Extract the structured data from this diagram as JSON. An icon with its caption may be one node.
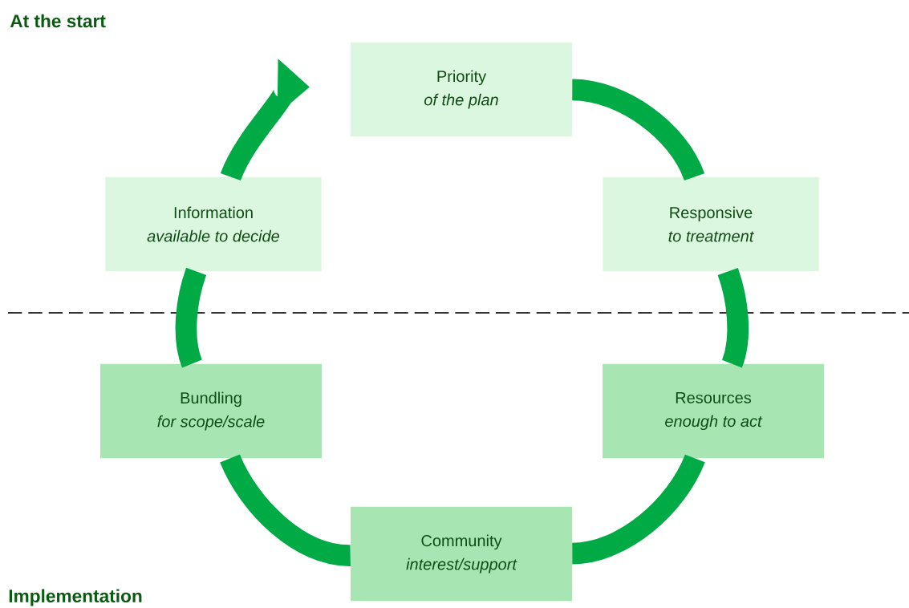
{
  "diagram": {
    "nodes": [
      {
        "text": [
          "Priority",
          "of the plan"
        ]
      },
      {
        "text": [
          "Responsive",
          "to treatment"
        ]
      },
      {
        "text": [
          "Resources",
          "enough to act"
        ]
      },
      {
        "text": [
          "Community",
          "interest/support"
        ]
      },
      {
        "text": [
          "Bundling",
          "for scope/scale"
        ]
      },
      {
        "text": [
          "Information",
          "available to decide"
        ]
      }
    ],
    "edges": [
      {
        "from": 0,
        "to": 1,
        "arrow": "none"
      },
      {
        "from": 1,
        "to": 2,
        "arrow": "none"
      },
      {
        "from": 2,
        "to": 3,
        "arrow": "none"
      },
      {
        "from": 3,
        "to": 4,
        "arrow": "none"
      },
      {
        "from": 4,
        "to": 5,
        "arrow": "none"
      },
      {
        "from": 5,
        "to": 0,
        "arrow": "to"
      }
    ],
    "labels": [
      "At the start",
      "Implementation"
    ]
  }
}
